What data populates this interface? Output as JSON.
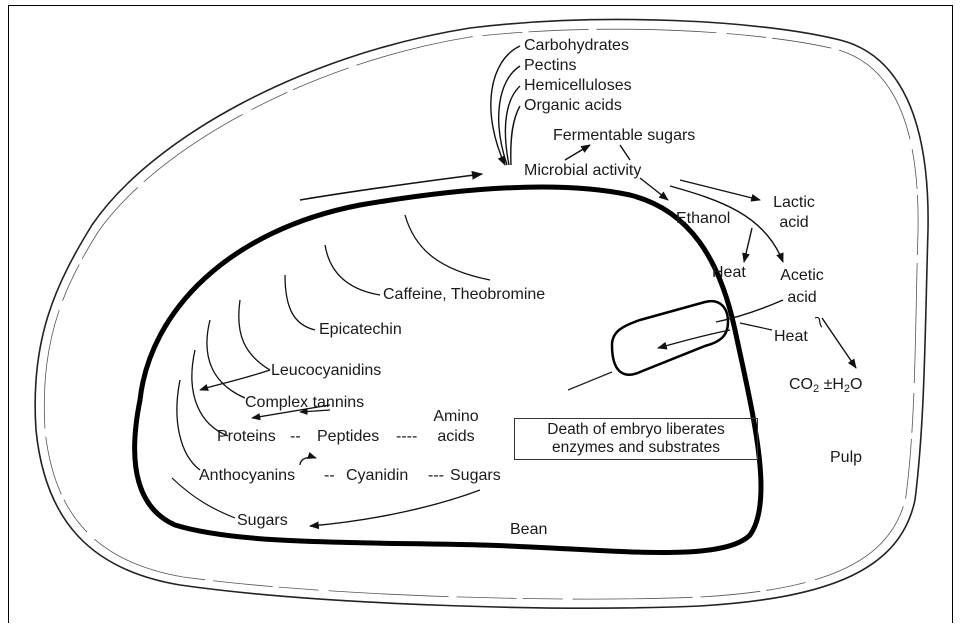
{
  "labels": {
    "carbohydrates": "Carbohydrates",
    "pectins": "Pectins",
    "hemicelluloses": "Hemicelluloses",
    "organic_acids": "Organic acids",
    "fermentable_sugars": "Fermentable sugars",
    "microbial_activity": "Microbial activity",
    "lactic_acid_1": "Lactic",
    "lactic_acid_2": "acid",
    "ethanol": "Ethanol",
    "heat_1": "Heat",
    "acetic_acid_1": "Acetic",
    "acetic_acid_2": "acid",
    "heat_2": "Heat",
    "co2": "CO",
    "co2_sub": "2",
    "h2o_pre": " ±H",
    "h2o_sub": "2",
    "h2o_post": "O",
    "caffeine_theobromine": "Caffeine, Theobromine",
    "epicatechin": "Epicatechin",
    "leucocyanidins": "Leucocyanidins",
    "complex_tannins": "Complex tannins",
    "proteins": "Proteins",
    "peptides": "Peptides",
    "amino_acids_1": "Amino",
    "amino_acids_2": "acids",
    "anthocyanins": "Anthocyanins",
    "cyanidin": "Cyanidin",
    "sugars_inner": "Sugars",
    "sugars_outer": "Sugars",
    "embryo_box_1": "Death of embryo liberates",
    "embryo_box_2": "enzymes and substrates",
    "bean": "Bean",
    "pulp": "Pulp"
  }
}
